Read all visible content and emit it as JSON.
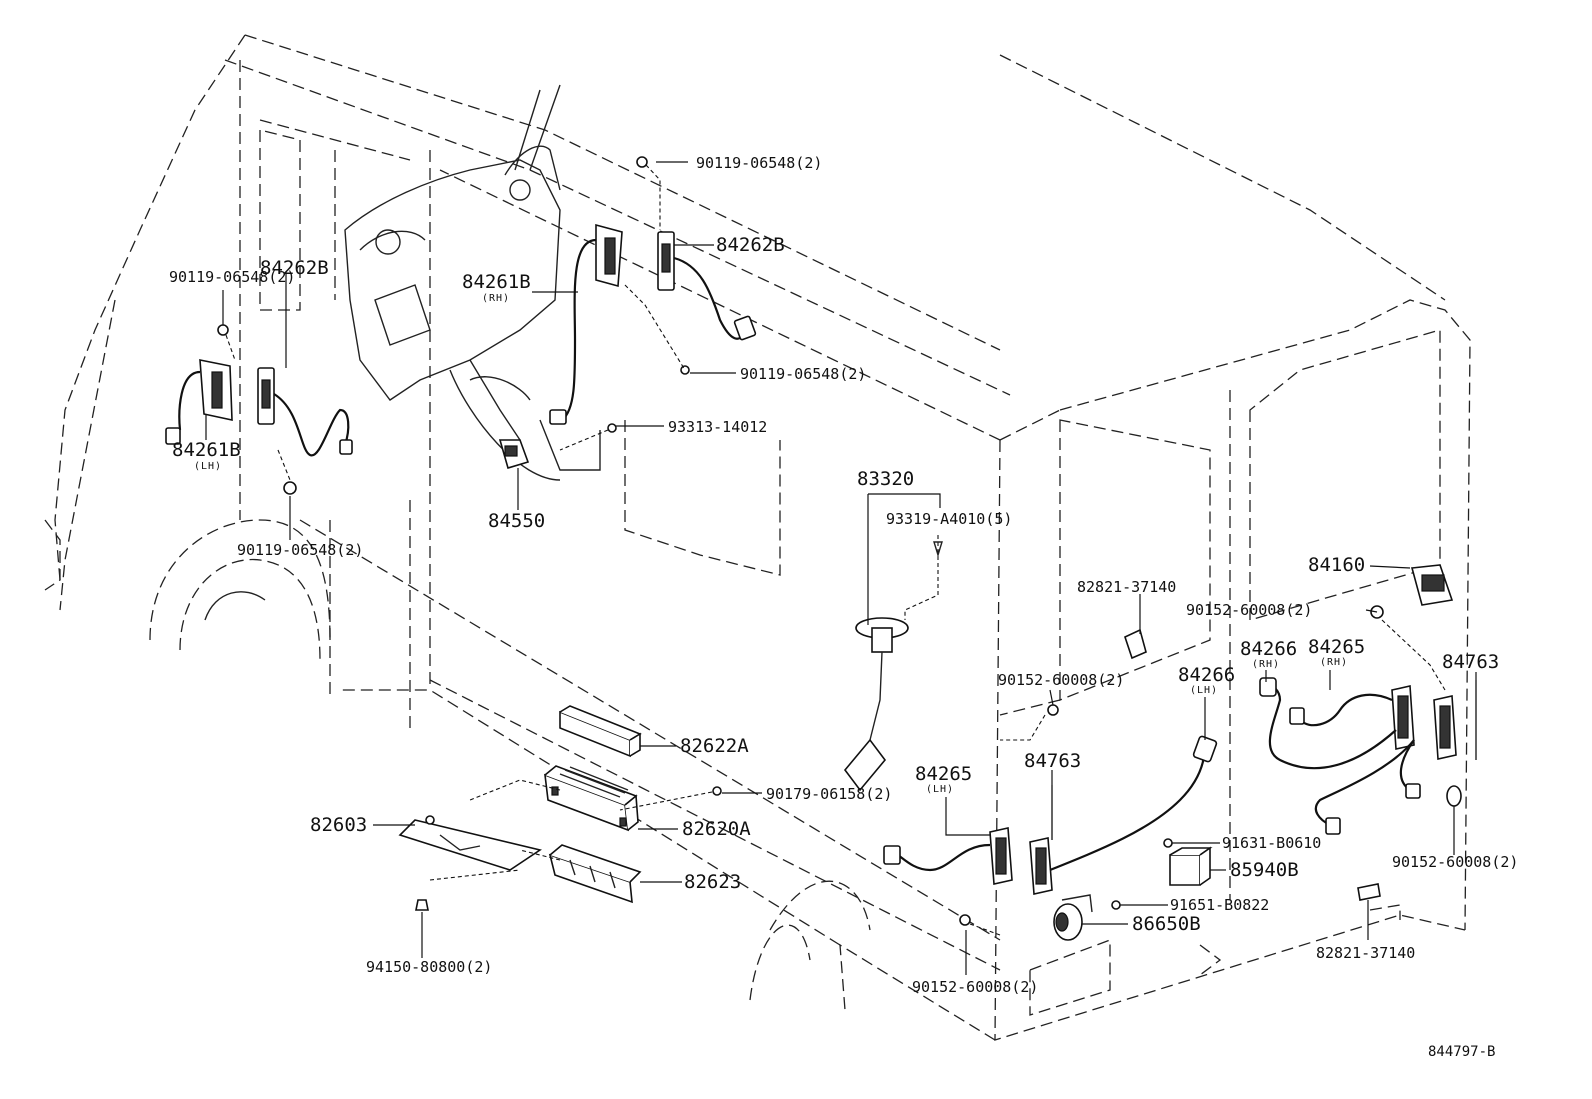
{
  "diagram_id": "844797-B",
  "labels": {
    "p_90119_top": "90119-06548(2)",
    "p_84262B_top": "84262B",
    "p_84261B_rh": "84261B",
    "rh_1": "(RH)",
    "p_90119_left": "90119-06548(2)",
    "p_90119_mid": "90119-06548(2)",
    "p_84262B_left": "84262B",
    "p_93313": "93313-14012",
    "p_84261B_lh": "84261B",
    "lh_1": "(LH)",
    "p_90119_low": "90119-06548(2)",
    "p_84550": "84550",
    "p_83320": "83320",
    "p_93319": "93319-A4010(5)",
    "p_82821_a": "82821-37140",
    "p_84160": "84160",
    "p_90152_r1": "90152-60008(2)",
    "p_84266_rh": "84266",
    "rh_2": "(RH)",
    "p_84265_rh": "84265",
    "rh_3": "(RH)",
    "p_84763_r": "84763",
    "p_90152_m": "90152-60008(2)",
    "p_84266_lh": "84266",
    "lh_2": "(LH)",
    "p_82622A": "82622A",
    "p_84265_lh": "84265",
    "lh_3": "(LH)",
    "p_84763_m": "84763",
    "p_90179": "90179-06158(2)",
    "p_82603": "82603",
    "p_82620A": "82620A",
    "p_91631": "91631-B0610",
    "p_85940B": "85940B",
    "p_90152_r2": "90152-60008(2)",
    "p_82623": "82623",
    "p_91651": "91651-B0822",
    "p_86650B": "86650B",
    "p_82821_b": "82821-37140",
    "p_94150": "94150-80800(2)",
    "p_90152_b": "90152-60008(2)",
    "p_diag_id": "844797-B"
  }
}
